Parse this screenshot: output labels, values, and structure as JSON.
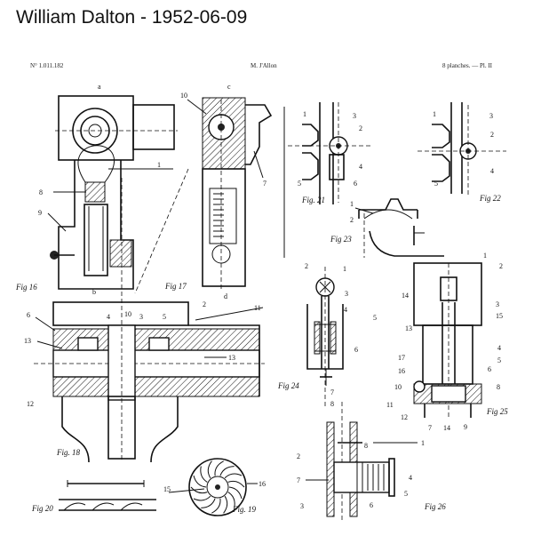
{
  "header": {
    "title": "William Dalton - 1952-06-09",
    "patent_no": "N° 1.011.182",
    "applicant": "M. J'Allon",
    "sheet": "8 planches. — Pl. II"
  },
  "figures": {
    "fig16": {
      "caption": "Fig 16",
      "view": "a",
      "section": "b",
      "labels": [
        "1",
        "8",
        "9"
      ]
    },
    "fig17": {
      "caption": "Fig 17",
      "view": "c",
      "section": "d",
      "labels": [
        "10",
        "7"
      ]
    },
    "fig18": {
      "caption": "Fig. 18",
      "labels": [
        "6",
        "4",
        "10",
        "3",
        "5",
        "2",
        "11",
        "13",
        "13",
        "12"
      ]
    },
    "fig19": {
      "caption": "Fig. 19",
      "labels": [
        "15",
        "16"
      ]
    },
    "fig20": {
      "caption": "Fig 20"
    },
    "fig21": {
      "caption": "Fig. 21",
      "labels": [
        "1",
        "3",
        "2",
        "4",
        "5",
        "6"
      ]
    },
    "fig22": {
      "caption": "Fig 22",
      "labels": [
        "1",
        "3",
        "2",
        "4",
        "5"
      ]
    },
    "fig23": {
      "caption": "Fig 23",
      "labels": [
        "1",
        "2"
      ]
    },
    "fig24": {
      "caption": "Fig 24",
      "labels": [
        "2",
        "1",
        "3",
        "4",
        "5",
        "6",
        "7",
        "8"
      ]
    },
    "fig25": {
      "caption": "Fig 25",
      "labels": [
        "1",
        "2",
        "14",
        "3",
        "15",
        "13",
        "4",
        "5",
        "17",
        "16",
        "6",
        "10",
        "8",
        "7",
        "14",
        "9"
      ]
    },
    "fig26": {
      "caption": "Fig 26",
      "labels": [
        "11",
        "12",
        "2",
        "7",
        "8",
        "1",
        "4",
        "5",
        "6",
        "3"
      ]
    }
  }
}
